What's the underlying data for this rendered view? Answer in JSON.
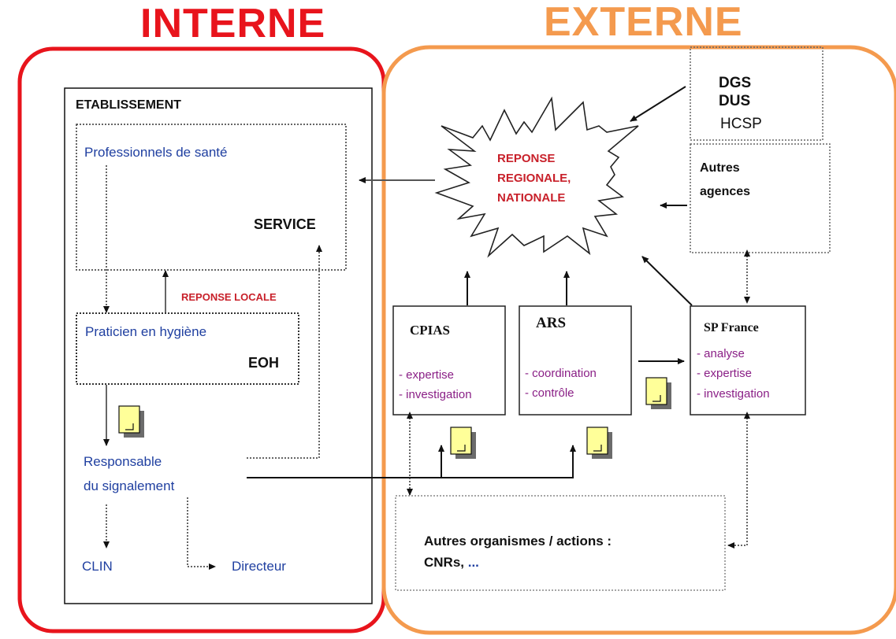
{
  "headings": {
    "internal": "INTERNE",
    "external": "EXTERNE"
  },
  "colors": {
    "internal": "#e8141c",
    "external": "#f49a4e",
    "text_blue": "#1f3fa0",
    "purple": "#8a1f86",
    "red_label": "#c8202a"
  },
  "internal": {
    "establishment": "ETABLISSEMENT",
    "professionals": "Professionnels de santé",
    "service": "SERVICE",
    "local_response": "REPONSE LOCALE",
    "hygiene_practitioner": "Praticien en hygiène",
    "eoh": "EOH",
    "reporting_manager_line1": "Responsable",
    "reporting_manager_line2": "du signalement",
    "clin": "CLIN",
    "director": "Directeur"
  },
  "external": {
    "response_line1": "REPONSE",
    "response_line2": "REGIONALE,",
    "response_line3": "NATIONALE",
    "dgs": "DGS",
    "dus": "DUS",
    "hcsp": "HCSP",
    "other_agencies_line1": "Autres",
    "other_agencies_line2": "agences",
    "cpias": {
      "title": "CPIAS",
      "item1": "- expertise",
      "item2": "- investigation"
    },
    "ars": {
      "title": "ARS",
      "item1": "- coordination",
      "item2": "- contrôle"
    },
    "sp_france": {
      "title": "SP France",
      "item1": "- analyse",
      "item2": "- expertise",
      "item3": "- investigation"
    },
    "other_orgs_line1": "Autres organismes / actions :",
    "other_orgs_line2_a": "CNRs, ",
    "other_orgs_line2_b": "..."
  },
  "icons": [
    "document-icon"
  ]
}
